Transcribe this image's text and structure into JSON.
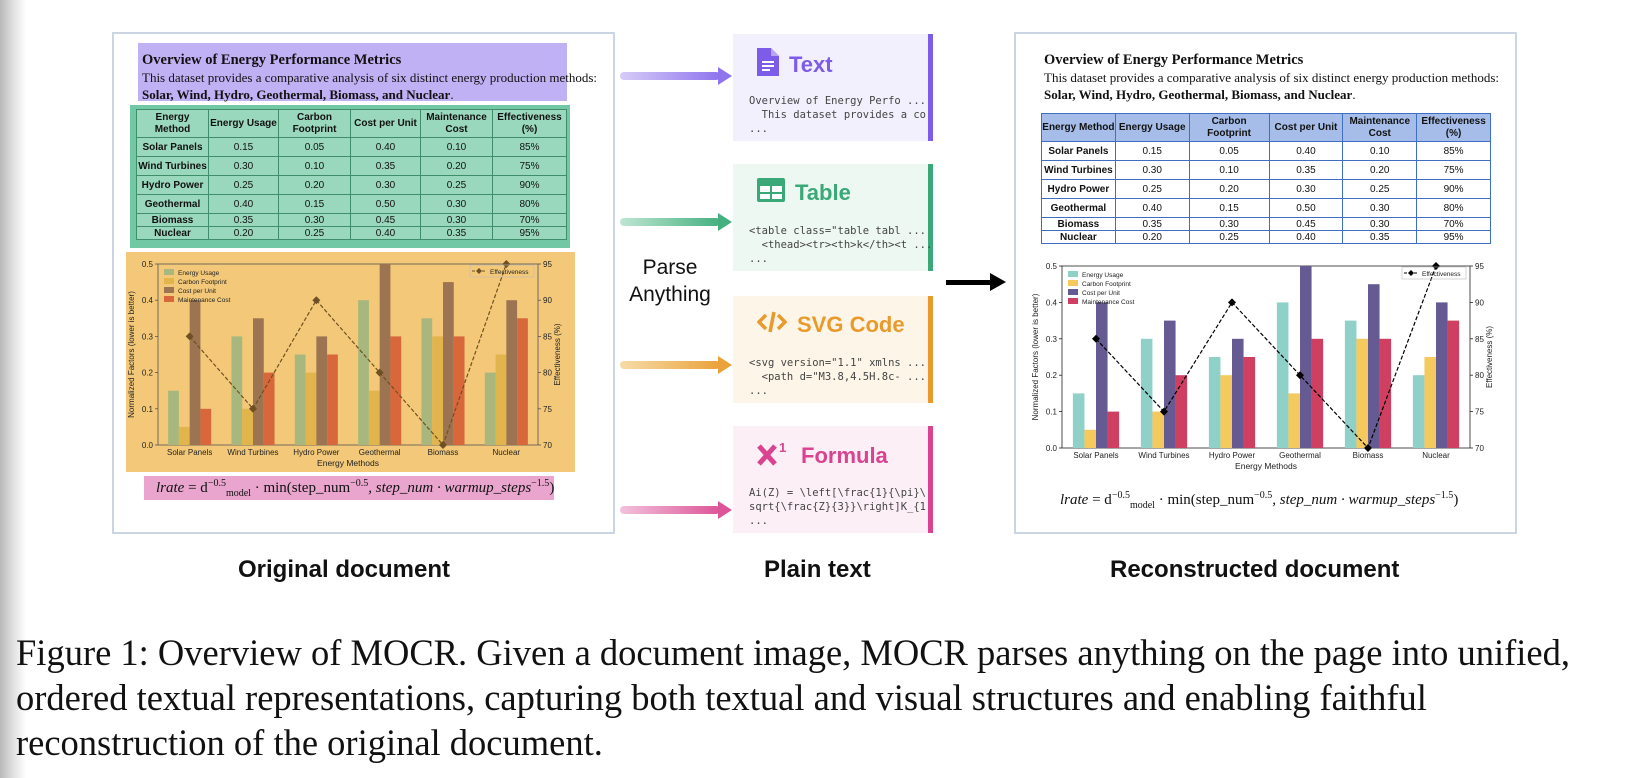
{
  "doc": {
    "title": "Overview of Energy Performance Metrics",
    "desc_prefix": "This dataset provides a comparative analysis of six distinct energy production methods: ",
    "desc_bold": "Solar, Wind, Hydro, Geothermal, Biomass, and Nuclear",
    "desc_suffix": "."
  },
  "table": {
    "headers": [
      "Energy Method",
      "Energy Usage",
      "Carbon Footprint",
      "Cost per Unit",
      "Maintenance Cost",
      "Effectiveness (%)"
    ],
    "rows": [
      [
        "Solar Panels",
        "0.15",
        "0.05",
        "0.40",
        "0.10",
        "85%"
      ],
      [
        "Wind Turbines",
        "0.30",
        "0.10",
        "0.35",
        "0.20",
        "75%"
      ],
      [
        "Hydro Power",
        "0.25",
        "0.20",
        "0.30",
        "0.25",
        "90%"
      ],
      [
        "Geothermal",
        "0.40",
        "0.15",
        "0.50",
        "0.30",
        "80%"
      ],
      [
        "Biomass",
        "0.35",
        "0.30",
        "0.45",
        "0.30",
        "70%"
      ],
      [
        "Nuclear",
        "0.20",
        "0.25",
        "0.40",
        "0.35",
        "95%"
      ]
    ]
  },
  "chart_data": {
    "type": "bar",
    "categories": [
      "Solar Panels",
      "Wind Turbines",
      "Hydro Power",
      "Geothermal",
      "Biomass",
      "Nuclear"
    ],
    "series": [
      {
        "name": "Energy Usage",
        "values": [
          0.15,
          0.3,
          0.25,
          0.4,
          0.35,
          0.2
        ]
      },
      {
        "name": "Carbon Footprint",
        "values": [
          0.05,
          0.1,
          0.2,
          0.15,
          0.3,
          0.25
        ]
      },
      {
        "name": "Cost per Unit",
        "values": [
          0.4,
          0.35,
          0.3,
          0.5,
          0.45,
          0.4
        ]
      },
      {
        "name": "Maintenance Cost",
        "values": [
          0.1,
          0.2,
          0.25,
          0.3,
          0.3,
          0.35
        ]
      }
    ],
    "line_series": {
      "name": "Effectiveness",
      "values": [
        85,
        75,
        90,
        80,
        70,
        95
      ],
      "axis": "right"
    },
    "xlabel": "Energy Methods",
    "ylabel": "Normalized Factors (lower is better)",
    "y2label": "Effectiveness (%)",
    "ylim": [
      0,
      0.5
    ],
    "y2lim": [
      70,
      95
    ],
    "yticks": [
      "0.0",
      "0.1",
      "0.2",
      "0.3",
      "0.4",
      "0.5"
    ],
    "y2ticks": [
      "70",
      "75",
      "80",
      "85",
      "90",
      "95"
    ],
    "legend_left": "top-left",
    "legend_right": "top-right",
    "orig_colors": [
      "#a8b77d",
      "#e2b44c",
      "#9d7451",
      "#d8683c"
    ],
    "orig_line_color": "#6f5022",
    "recon_colors": [
      "#8fd0c9",
      "#f4c95d",
      "#655a92",
      "#cf3f62"
    ],
    "recon_line_color": "#000000"
  },
  "formula": {
    "lhs": "lrate",
    "eq": " = d",
    "sup1": "−0.5",
    "sub1": "model",
    "mid": " · min(step_num",
    "sup2": "−0.5",
    "mid2": ", step_num · warmup_steps",
    "sup3": "−1.5",
    "end": ")"
  },
  "parse_label": [
    "Parse",
    "Anything"
  ],
  "cards": [
    {
      "title": "Text",
      "icon": "document-icon",
      "color": "#7c5ce8",
      "code": "Overview of Energy Perfo ...\n  This dataset provides a co\n..."
    },
    {
      "title": "Table",
      "icon": "table-icon",
      "color": "#3aa877",
      "code": "<table class=\"table tabl ...\n  <thead><tr><th>k</th><t ...\n..."
    },
    {
      "title": "SVG Code",
      "icon": "code-icon",
      "color": "#e99a2c",
      "code": "<svg version=\"1.1\" xmlns ...\n  <path d=\"M3.8,4.5H.8c- ...\n..."
    },
    {
      "title": "Formula",
      "icon": "superscript-icon",
      "color": "#d9438f",
      "code": "Ai(Z) = \\left[\\frac{1}{\\pi}\\\nsqrt{\\frac{Z}{3}}\\right]K_{1\n..."
    }
  ],
  "labels": {
    "original": "Original document",
    "plain": "Plain text",
    "reconstructed": "Reconstructed document"
  },
  "caption": "Figure 1: Overview of MOCR. Given a document image, MOCR parses anything on the page into unified, ordered textual representations, capturing both textual and visual structures and enabling faithful reconstruction of the original document."
}
